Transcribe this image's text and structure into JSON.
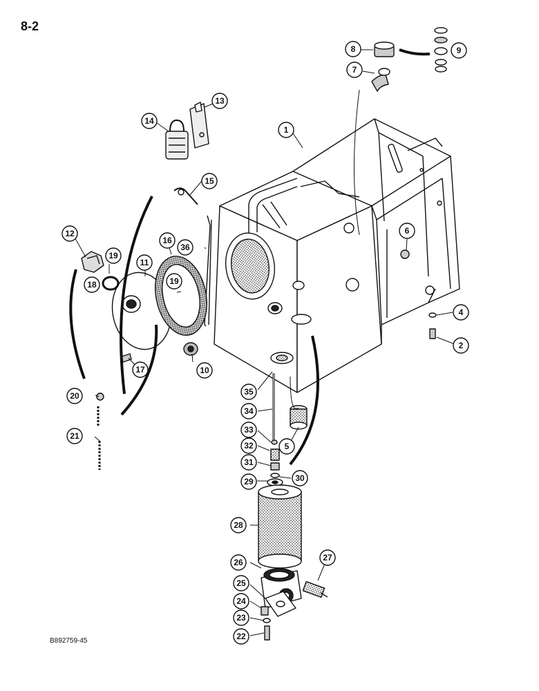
{
  "page_number": "8-2",
  "reference_code": "B892759-45",
  "callouts": [
    {
      "id": "c1",
      "label": "1"
    },
    {
      "id": "c2",
      "label": "2"
    },
    {
      "id": "c4",
      "label": "4"
    },
    {
      "id": "c5",
      "label": "5"
    },
    {
      "id": "c6",
      "label": "6"
    },
    {
      "id": "c7",
      "label": "7"
    },
    {
      "id": "c8",
      "label": "8"
    },
    {
      "id": "c9",
      "label": "9"
    },
    {
      "id": "c10",
      "label": "10"
    },
    {
      "id": "c11",
      "label": "11"
    },
    {
      "id": "c12",
      "label": "12"
    },
    {
      "id": "c13",
      "label": "13"
    },
    {
      "id": "c14",
      "label": "14"
    },
    {
      "id": "c15",
      "label": "15"
    },
    {
      "id": "c16",
      "label": "16"
    },
    {
      "id": "c17",
      "label": "17"
    },
    {
      "id": "c18",
      "label": "18"
    },
    {
      "id": "c19a",
      "label": "19"
    },
    {
      "id": "c19b",
      "label": "19"
    },
    {
      "id": "c20",
      "label": "20"
    },
    {
      "id": "c21",
      "label": "21"
    },
    {
      "id": "c22",
      "label": "22"
    },
    {
      "id": "c23",
      "label": "23"
    },
    {
      "id": "c24",
      "label": "24"
    },
    {
      "id": "c25",
      "label": "25"
    },
    {
      "id": "c26",
      "label": "26"
    },
    {
      "id": "c27",
      "label": "27"
    },
    {
      "id": "c28",
      "label": "28"
    },
    {
      "id": "c29",
      "label": "29"
    },
    {
      "id": "c30",
      "label": "30"
    },
    {
      "id": "c31",
      "label": "31"
    },
    {
      "id": "c32",
      "label": "32"
    },
    {
      "id": "c33",
      "label": "33"
    },
    {
      "id": "c34",
      "label": "34"
    },
    {
      "id": "c35",
      "label": "35"
    },
    {
      "id": "c36",
      "label": "36"
    }
  ]
}
